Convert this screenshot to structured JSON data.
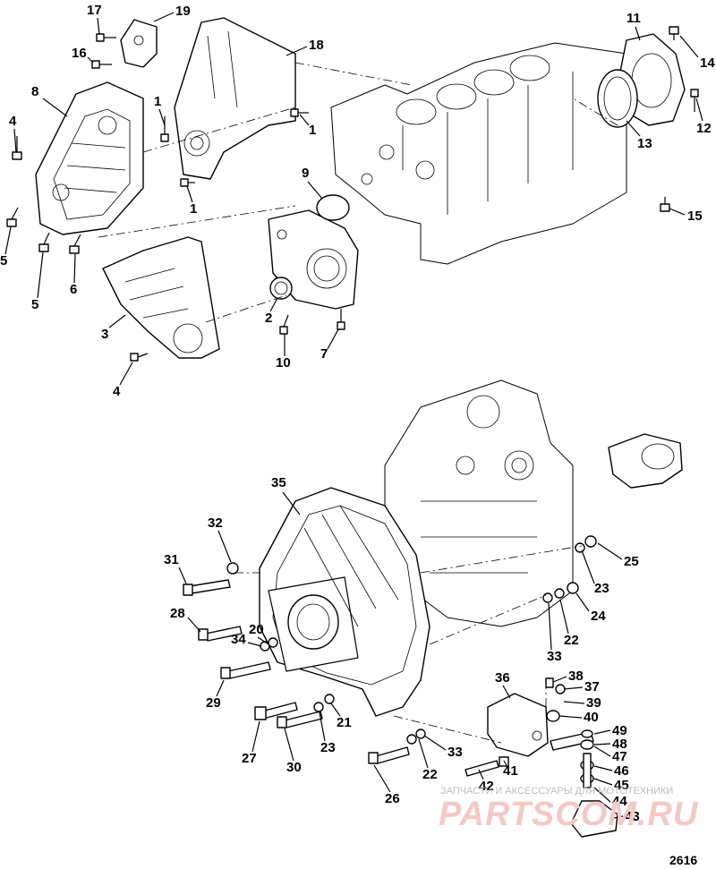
{
  "figure_number": "2616",
  "watermark": {
    "text": "ЗАПЧАСТИ И АКСЕССУАРЫ ДЛЯ МОТОТЕХНИКИ",
    "logo": "PARTSCOM.RU"
  },
  "callouts": [
    {
      "id": "c1a",
      "label": "1"
    },
    {
      "id": "c1b",
      "label": "1"
    },
    {
      "id": "c1c",
      "label": "1"
    },
    {
      "id": "c2",
      "label": "2"
    },
    {
      "id": "c3",
      "label": "3"
    },
    {
      "id": "c4a",
      "label": "4"
    },
    {
      "id": "c4b",
      "label": "4"
    },
    {
      "id": "c5a",
      "label": "5"
    },
    {
      "id": "c5b",
      "label": "5"
    },
    {
      "id": "c6",
      "label": "6"
    },
    {
      "id": "c7",
      "label": "7"
    },
    {
      "id": "c8",
      "label": "8"
    },
    {
      "id": "c9",
      "label": "9"
    },
    {
      "id": "c10",
      "label": "10"
    },
    {
      "id": "c11",
      "label": "11"
    },
    {
      "id": "c12",
      "label": "12"
    },
    {
      "id": "c13",
      "label": "13"
    },
    {
      "id": "c14",
      "label": "14"
    },
    {
      "id": "c15",
      "label": "15"
    },
    {
      "id": "c16",
      "label": "16"
    },
    {
      "id": "c17",
      "label": "17"
    },
    {
      "id": "c18",
      "label": "18"
    },
    {
      "id": "c19",
      "label": "19"
    },
    {
      "id": "c20",
      "label": "20"
    },
    {
      "id": "c21",
      "label": "21"
    },
    {
      "id": "c22a",
      "label": "22"
    },
    {
      "id": "c22b",
      "label": "22"
    },
    {
      "id": "c23a",
      "label": "23"
    },
    {
      "id": "c23b",
      "label": "23"
    },
    {
      "id": "c24",
      "label": "24"
    },
    {
      "id": "c25",
      "label": "25"
    },
    {
      "id": "c26",
      "label": "26"
    },
    {
      "id": "c27",
      "label": "27"
    },
    {
      "id": "c28",
      "label": "28"
    },
    {
      "id": "c29",
      "label": "29"
    },
    {
      "id": "c30",
      "label": "30"
    },
    {
      "id": "c31",
      "label": "31"
    },
    {
      "id": "c32",
      "label": "32"
    },
    {
      "id": "c33a",
      "label": "33"
    },
    {
      "id": "c33b",
      "label": "33"
    },
    {
      "id": "c34",
      "label": "34"
    },
    {
      "id": "c35",
      "label": "35"
    },
    {
      "id": "c36",
      "label": "36"
    },
    {
      "id": "c37",
      "label": "37"
    },
    {
      "id": "c38",
      "label": "38"
    },
    {
      "id": "c39",
      "label": "39"
    },
    {
      "id": "c40",
      "label": "40"
    },
    {
      "id": "c41",
      "label": "41"
    },
    {
      "id": "c42",
      "label": "42"
    },
    {
      "id": "c43",
      "label": "43"
    },
    {
      "id": "c44",
      "label": "44"
    },
    {
      "id": "c45",
      "label": "45"
    },
    {
      "id": "c46",
      "label": "46"
    },
    {
      "id": "c47",
      "label": "47"
    },
    {
      "id": "c48",
      "label": "48"
    },
    {
      "id": "c49",
      "label": "49"
    }
  ]
}
